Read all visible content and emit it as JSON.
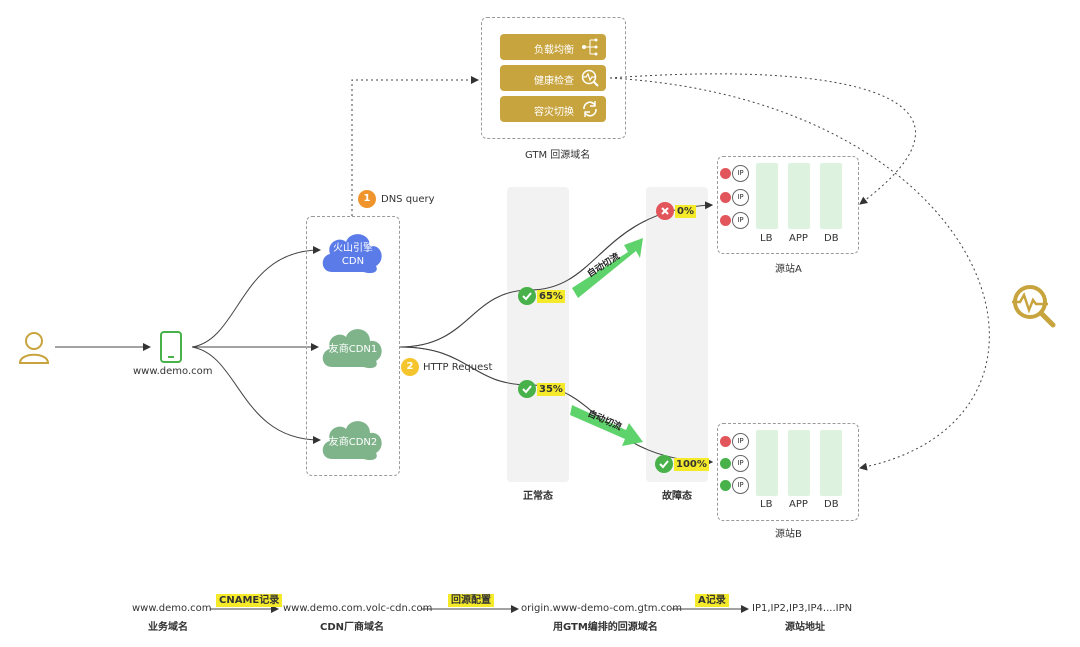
{
  "gtm": {
    "items": [
      {
        "label": "负载均衡",
        "icon": "load-balance-icon"
      },
      {
        "label": "健康检查",
        "icon": "health-check-icon"
      },
      {
        "label": "容灾切换",
        "icon": "failover-icon"
      }
    ],
    "caption": "GTM 回源域名"
  },
  "steps": {
    "dns": {
      "num": "1",
      "label": "DNS query"
    },
    "http": {
      "num": "2",
      "label": "HTTP Request"
    }
  },
  "client": {
    "domain": "www.demo.com"
  },
  "cdns": [
    "火山引擎\nCDN",
    "友商CDN1",
    "友商CDN2"
  ],
  "cdn_line1": "火山引擎",
  "cdn_line2": "CDN",
  "cdn2_label": "友商CDN1",
  "cdn3_label": "友商CDN2",
  "states": {
    "normal": "正常态",
    "fault": "故障态"
  },
  "percents": {
    "a_normal": "65%",
    "b_normal": "35%",
    "a_fault": "0%",
    "b_fault": "100%"
  },
  "arrows": {
    "auto_switch": "自动切流"
  },
  "origins": {
    "a": {
      "name": "源站A",
      "ip_label": "IP",
      "cols": [
        "LB",
        "APP",
        "DB"
      ]
    },
    "b": {
      "name": "源站B",
      "ip_label": "IP",
      "cols": [
        "LB",
        "APP",
        "DB"
      ]
    }
  },
  "chain": {
    "n1": {
      "value": "www.demo.com",
      "desc": "业务域名"
    },
    "e1": "CNAME记录",
    "n2": {
      "value": "www.demo.com.volc-cdn.com",
      "desc": "CDN厂商域名"
    },
    "e2": "回源配置",
    "n3": {
      "value": "origin.www-demo-com.gtm.com",
      "desc": "用GTM编排的回源域名"
    },
    "e3": "A记录",
    "n4": {
      "value": "IP1,IP2,IP3,IP4....IPN",
      "desc": "源站地址"
    }
  },
  "colors": {
    "gold": "#c8a43e",
    "green": "#48b14a",
    "red": "#e2555b",
    "blue": "#5b7be8",
    "cdn_green": "#7fb38a",
    "highlight": "#f5ea29"
  }
}
